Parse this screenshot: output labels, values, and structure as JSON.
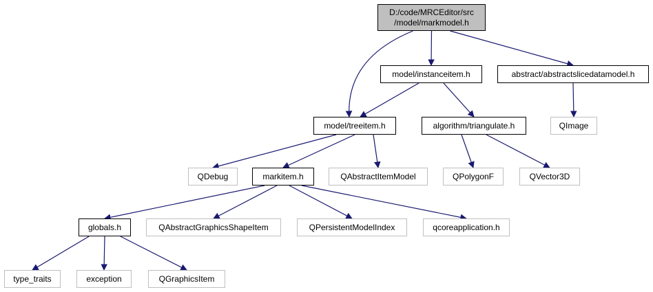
{
  "diagram": {
    "type": "include-dependency-graph",
    "root": {
      "line1": "D:/code/MRCEditor/src",
      "line2": "/model/markmodel.h"
    },
    "nodes": [
      {
        "id": "instanceitem",
        "label": "model/instanceitem.h",
        "kind": "internal"
      },
      {
        "id": "abstractslicedatamodel",
        "label": "abstract/abstractslicedatamodel.h",
        "kind": "internal"
      },
      {
        "id": "treeitem",
        "label": "model/treeitem.h",
        "kind": "internal"
      },
      {
        "id": "triangulate",
        "label": "algorithm/triangulate.h",
        "kind": "internal"
      },
      {
        "id": "qimage",
        "label": "QImage",
        "kind": "external"
      },
      {
        "id": "qdebug",
        "label": "QDebug",
        "kind": "external"
      },
      {
        "id": "markitem",
        "label": "markitem.h",
        "kind": "internal"
      },
      {
        "id": "qabstractitemmodel",
        "label": "QAbstractItemModel",
        "kind": "external"
      },
      {
        "id": "qpolygonf",
        "label": "QPolygonF",
        "kind": "external"
      },
      {
        "id": "qvector3d",
        "label": "QVector3D",
        "kind": "external"
      },
      {
        "id": "globals",
        "label": "globals.h",
        "kind": "internal"
      },
      {
        "id": "qabstractgraphicsshapeitem",
        "label": "QAbstractGraphicsShapeItem",
        "kind": "external"
      },
      {
        "id": "qpersistentmodelindex",
        "label": "QPersistentModelIndex",
        "kind": "external"
      },
      {
        "id": "qcoreapplication",
        "label": "qcoreapplication.h",
        "kind": "external"
      },
      {
        "id": "type_traits",
        "label": "type_traits",
        "kind": "external"
      },
      {
        "id": "exception",
        "label": "exception",
        "kind": "external"
      },
      {
        "id": "qgraphicsitem",
        "label": "QGraphicsItem",
        "kind": "external"
      }
    ],
    "edges": [
      [
        "root",
        "treeitem"
      ],
      [
        "root",
        "instanceitem"
      ],
      [
        "root",
        "abstractslicedatamodel"
      ],
      [
        "instanceitem",
        "treeitem"
      ],
      [
        "instanceitem",
        "triangulate"
      ],
      [
        "abstractslicedatamodel",
        "qimage"
      ],
      [
        "treeitem",
        "qdebug"
      ],
      [
        "treeitem",
        "markitem"
      ],
      [
        "treeitem",
        "qabstractitemmodel"
      ],
      [
        "triangulate",
        "qpolygonf"
      ],
      [
        "triangulate",
        "qvector3d"
      ],
      [
        "markitem",
        "globals"
      ],
      [
        "markitem",
        "qabstractgraphicsshapeitem"
      ],
      [
        "markitem",
        "qpersistentmodelindex"
      ],
      [
        "markitem",
        "qcoreapplication"
      ],
      [
        "globals",
        "type_traits"
      ],
      [
        "globals",
        "exception"
      ],
      [
        "globals",
        "qgraphicsitem"
      ]
    ],
    "colors": {
      "edge": "#191970",
      "root_fill": "#bfbfbf",
      "internal_border": "#000000",
      "external_border": "#bfbfbf"
    }
  }
}
